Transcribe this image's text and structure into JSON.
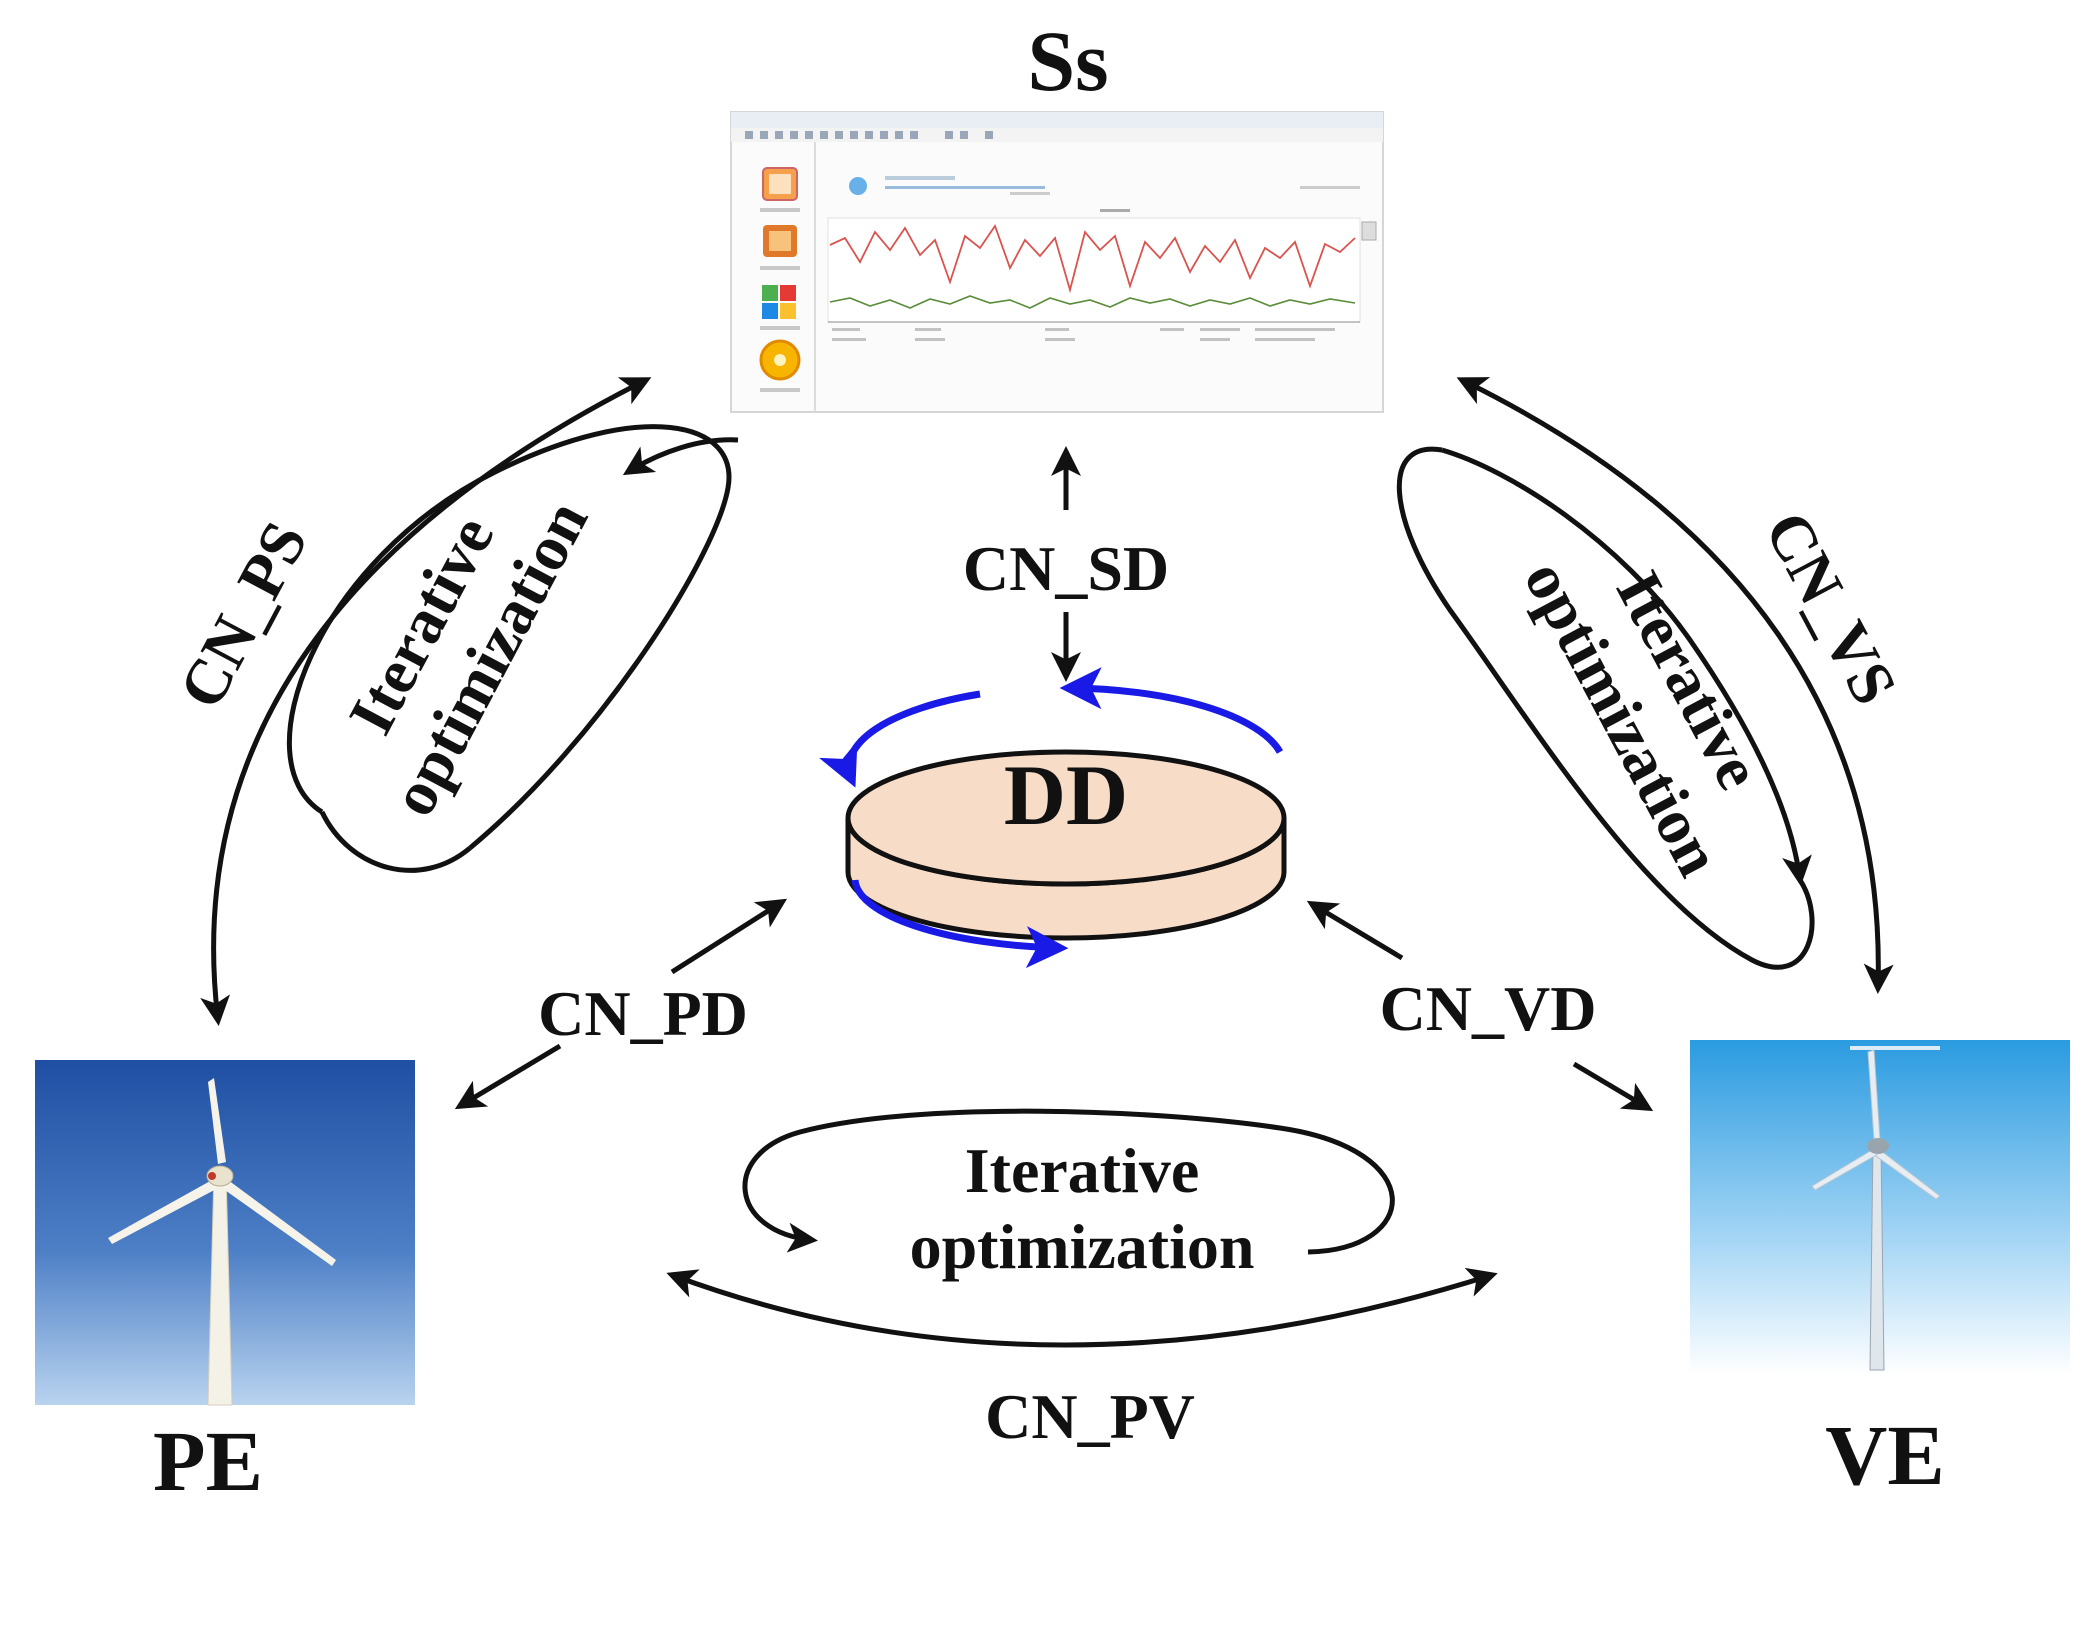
{
  "nodes": {
    "ss": "Ss",
    "dd": "DD",
    "pe": "PE",
    "ve": "VE"
  },
  "connections": {
    "cn_ps": "CN_PS",
    "cn_vs": "CN_VS",
    "cn_sd": "CN_SD",
    "cn_pd": "CN_PD",
    "cn_vd": "CN_VD",
    "cn_pv": "CN_PV"
  },
  "loops": {
    "left": [
      "Iterative",
      "optimization"
    ],
    "right": [
      "Iterative",
      "optimization"
    ],
    "bottom": [
      "Iterative",
      "optimization"
    ]
  },
  "colors": {
    "disk_fill": "#f7dcc8",
    "dd_loop": "#1a1ae6",
    "stroke": "#111111",
    "pe_sky_top": "#1f4fa3",
    "pe_sky_bottom": "#a9c7ea",
    "ve_sky_top": "#2a9be0",
    "ve_sky_bottom": "#ffffff"
  },
  "icons": [
    "wind-turbine-icon",
    "software-screenshot-icon",
    "database-disk-icon"
  ]
}
